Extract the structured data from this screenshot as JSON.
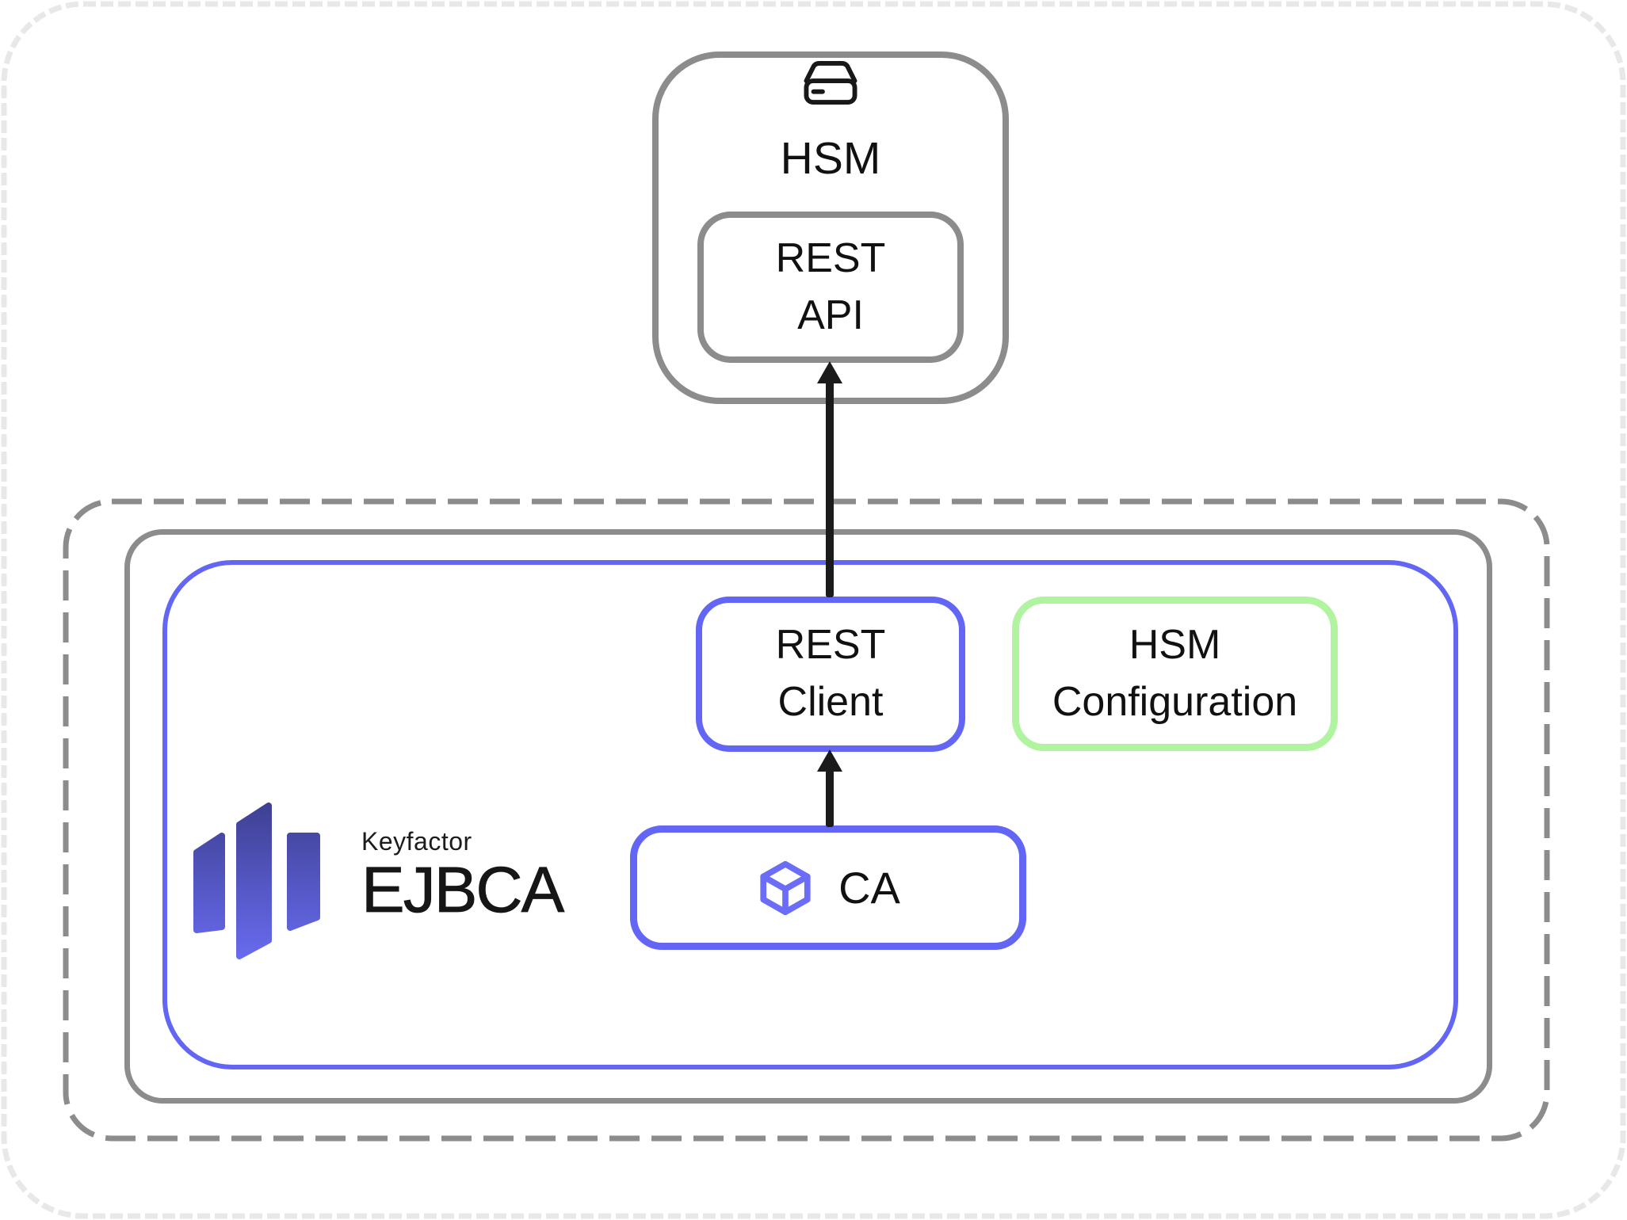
{
  "diagram": {
    "hsm": {
      "title": "HSM",
      "icon": "hard-drive-icon",
      "rest_api": {
        "line1": "REST",
        "line2": "API"
      }
    },
    "deployment": {
      "rest_client": {
        "line1": "REST",
        "line2": "Client"
      },
      "hsm_configuration": {
        "line1": "HSM",
        "line2": "Configuration"
      },
      "ca": {
        "label": "CA",
        "icon": "cube-icon"
      },
      "logo": {
        "brand": "Keyfactor",
        "product": "EJBCA",
        "icon": "keyfactor-bars-icon"
      }
    },
    "arrows": [
      {
        "from": "ca",
        "to": "rest-client"
      },
      {
        "from": "rest-client",
        "to": "rest-api"
      }
    ],
    "colors": {
      "box_gray": "#8c8c8c",
      "accent_blue": "#6366f5",
      "accent_green": "#b1f4a0",
      "arrow_black": "#1b1b1b",
      "logo_gradient_top": "#3d3f90",
      "logo_gradient_bottom": "#6a6df3",
      "page_edge": "#e8e8e8"
    }
  }
}
